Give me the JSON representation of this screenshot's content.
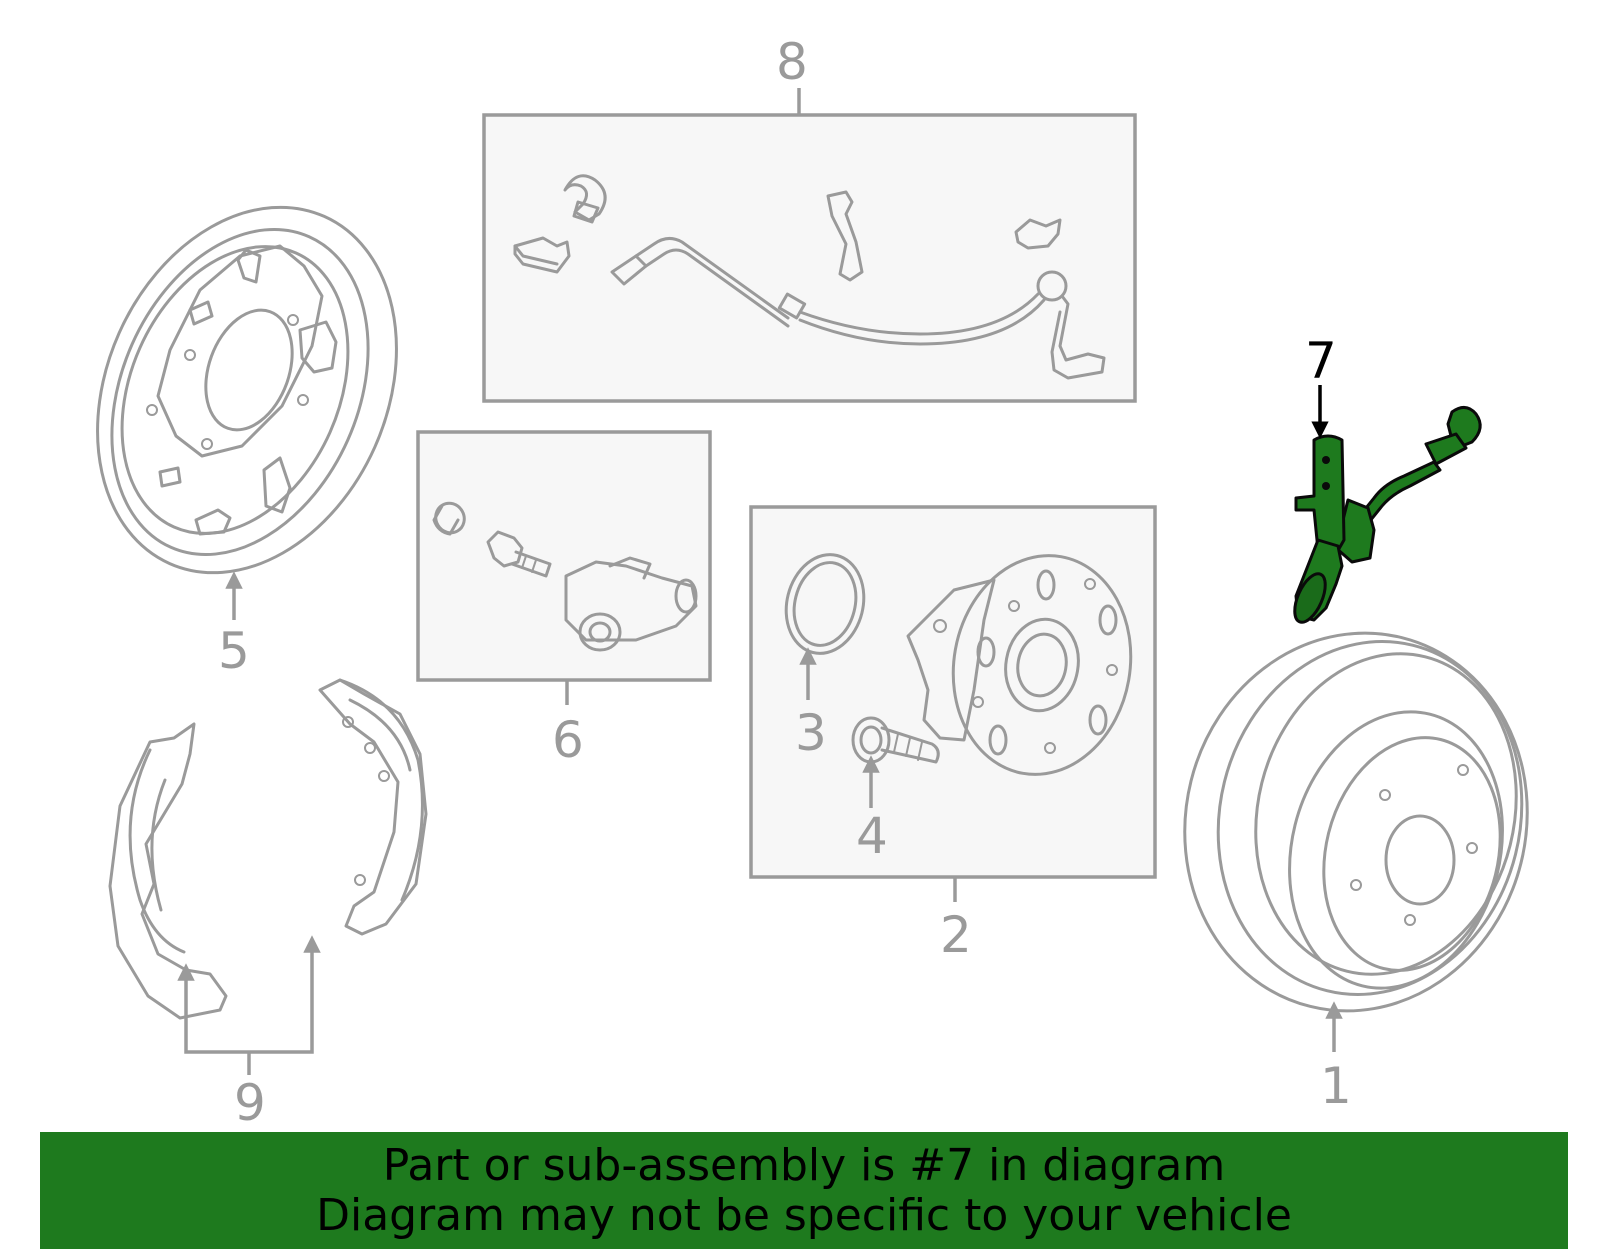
{
  "colors": {
    "line": "#9a9a9a",
    "highlight": "#1e7a1e",
    "highlight_outline": "#0a0a0a",
    "box_fill": "#f7f7f7",
    "banner": "#1e7a1e",
    "banner_text": "#000000"
  },
  "callouts": {
    "c1": "1",
    "c2": "2",
    "c3": "3",
    "c4": "4",
    "c5": "5",
    "c6": "6",
    "c7": "7",
    "c8": "8",
    "c9": "9"
  },
  "highlighted_part": "7",
  "banner": {
    "line1": "Part or sub-assembly is #7 in diagram",
    "line2": "Diagram may not be specific to your vehicle"
  }
}
